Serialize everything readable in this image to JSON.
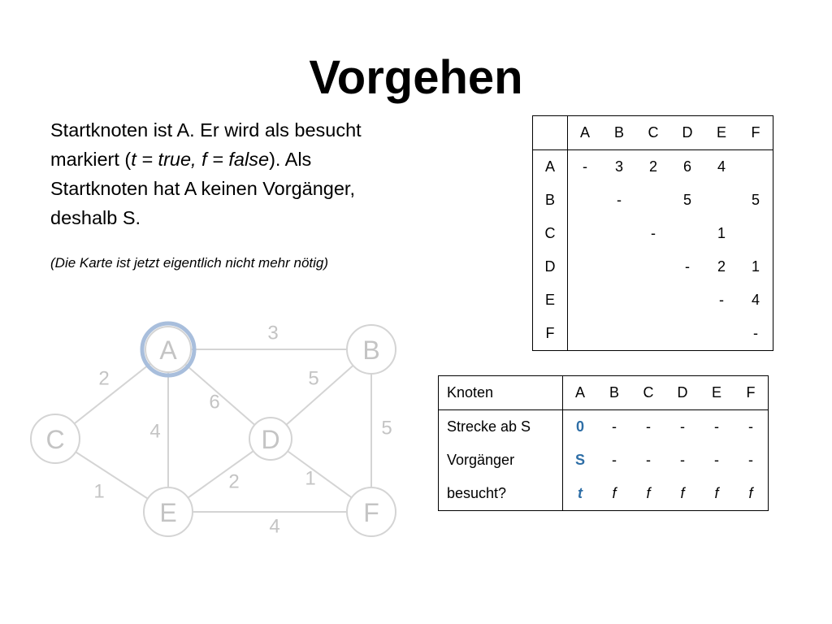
{
  "slide": {
    "title": "Vorgehen",
    "description_line1": "Startknoten ist A. Er wird als besucht",
    "description_line2_a": "markiert (",
    "description_line2_italic": "t = true, f = false",
    "description_line2_b": "). Als",
    "description_line3": "Startknoten hat A keinen Vorgänger,",
    "description_line4": "deshalb S.",
    "note": "(Die Karte ist jetzt eigentlich nicht mehr nötig)"
  },
  "adjacency": {
    "headers": [
      "A",
      "B",
      "C",
      "D",
      "E",
      "F"
    ],
    "rows": [
      {
        "label": "A",
        "cells": [
          "-",
          "3",
          "2",
          "6",
          "4",
          ""
        ]
      },
      {
        "label": "B",
        "cells": [
          "",
          "-",
          "",
          "5",
          "",
          "5"
        ]
      },
      {
        "label": "C",
        "cells": [
          "",
          "",
          "-",
          "",
          "1",
          ""
        ]
      },
      {
        "label": "D",
        "cells": [
          "",
          "",
          "",
          "-",
          "2",
          "1"
        ]
      },
      {
        "label": "E",
        "cells": [
          "",
          "",
          "",
          "",
          "-",
          "4"
        ]
      },
      {
        "label": "F",
        "cells": [
          "",
          "",
          "",
          "",
          "",
          "-"
        ]
      }
    ]
  },
  "state": {
    "header_label": "Knoten",
    "headers": [
      "A",
      "B",
      "C",
      "D",
      "E",
      "F"
    ],
    "rows": [
      {
        "label": "Strecke ab S",
        "cells": [
          "0",
          "-",
          "-",
          "-",
          "-",
          "-"
        ]
      },
      {
        "label": "Vorgänger",
        "cells": [
          "S",
          "-",
          "-",
          "-",
          "-",
          "-"
        ]
      },
      {
        "label": "besucht?",
        "cells": [
          "t",
          "f",
          "f",
          "f",
          "f",
          "f"
        ]
      }
    ],
    "active_color": "#2e6ea6"
  },
  "graph": {
    "start_node": "A",
    "start_ring_color": "#a8bedc",
    "nodes": [
      "A",
      "B",
      "C",
      "D",
      "E",
      "F"
    ],
    "edges": [
      {
        "from": "A",
        "to": "B",
        "weight": "3"
      },
      {
        "from": "A",
        "to": "C",
        "weight": "2"
      },
      {
        "from": "A",
        "to": "D",
        "weight": "6"
      },
      {
        "from": "A",
        "to": "E",
        "weight": "4"
      },
      {
        "from": "B",
        "to": "D",
        "weight": "5"
      },
      {
        "from": "B",
        "to": "F",
        "weight": "5"
      },
      {
        "from": "C",
        "to": "E",
        "weight": "1"
      },
      {
        "from": "D",
        "to": "E",
        "weight": "2"
      },
      {
        "from": "D",
        "to": "F",
        "weight": "1"
      },
      {
        "from": "E",
        "to": "F",
        "weight": "4"
      }
    ]
  }
}
